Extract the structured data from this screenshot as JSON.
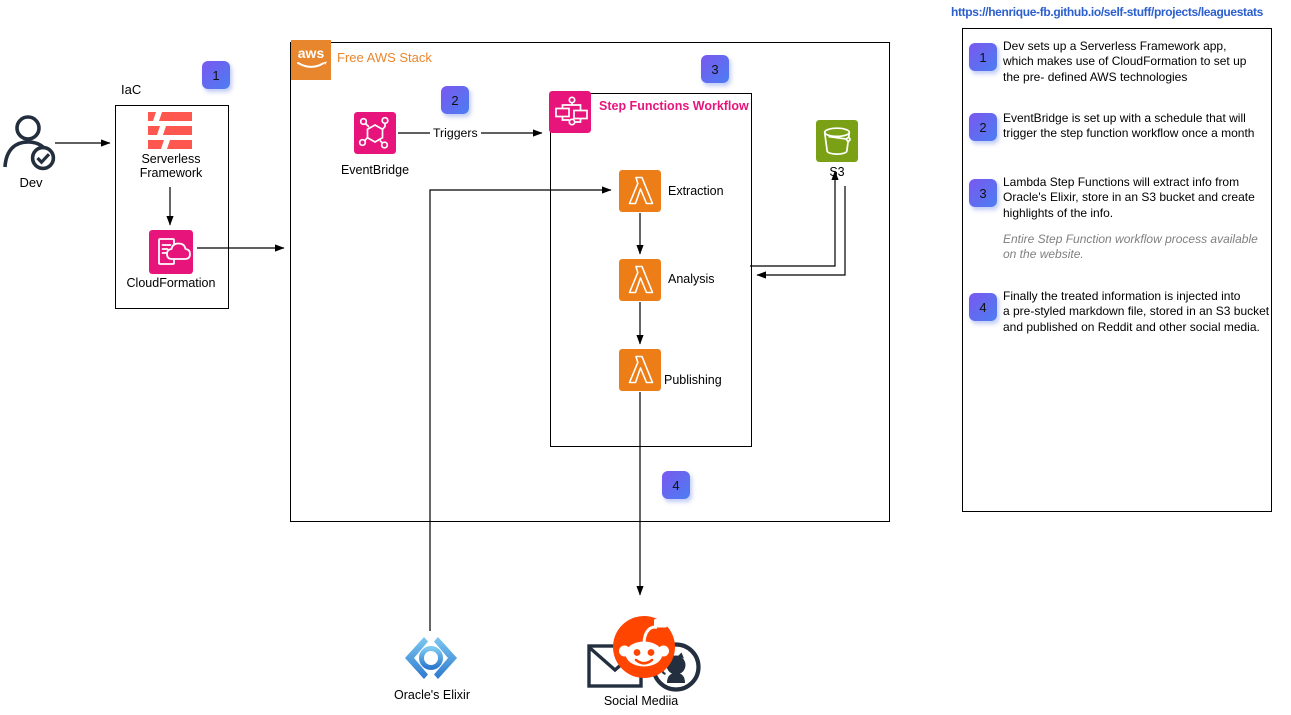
{
  "link": {
    "url": "https://henrique-fb.github.io/self-stuff/projects/leaguestats"
  },
  "diagram": {
    "dev": {
      "label": "Dev"
    },
    "iac": {
      "label": "IaC"
    },
    "aws_stack": {
      "logo_text": "aws",
      "title": "Free AWS Stack"
    },
    "serverless": {
      "label": "Serverless\nFramework"
    },
    "cloudformation": {
      "label": "CloudFormation"
    },
    "eventbridge": {
      "label": "EventBridge"
    },
    "triggers": {
      "label": "Triggers"
    },
    "step_functions": {
      "title": "Step Functions Workflow"
    },
    "lambda_extraction": {
      "label": "Extraction"
    },
    "lambda_analysis": {
      "label": "Analysis"
    },
    "lambda_publishing": {
      "label": "Publishing"
    },
    "s3": {
      "label": "S3"
    },
    "oracle_elixir": {
      "label": "Oracle's Elixir"
    },
    "social_media": {
      "label": "Social Mediia"
    },
    "badges": [
      "1",
      "2",
      "3",
      "4"
    ]
  },
  "notes_panel": {
    "items": [
      {
        "num": "1",
        "text": "Dev sets up a Serverless Framework app,\nwhich makes use of CloudFormation to set up\nthe pre- defined AWS technologies"
      },
      {
        "num": "2",
        "text": "EventBridge is set up with a schedule that will\ntrigger the step function workflow once a month"
      },
      {
        "num": "3",
        "text": "Lambda Step Functions will extract info from\nOracle's Elixir, store in an S3 bucket and create\nhighlights of the info.",
        "note": "Entire Step Function workflow process available\non the website."
      },
      {
        "num": "4",
        "text": "Finally the treated information is injected into\na pre-styled markdown file, stored in an S3 bucket\nand published on Reddit and other social media."
      }
    ]
  },
  "colors": {
    "aws_pink": "#E7157B",
    "lambda_orange": "#ED7D17",
    "aws_orange": "#E8862D",
    "s3_green": "#7AA116",
    "serverless_red": "#FD5750",
    "navy": "#232F3E",
    "reddit_orange": "#FF4500",
    "badge_gradient_start": "#7A58EF",
    "badge_gradient_end": "#4B7DF2",
    "link_blue": "#2B5FCE",
    "note_gray": "#808080"
  }
}
